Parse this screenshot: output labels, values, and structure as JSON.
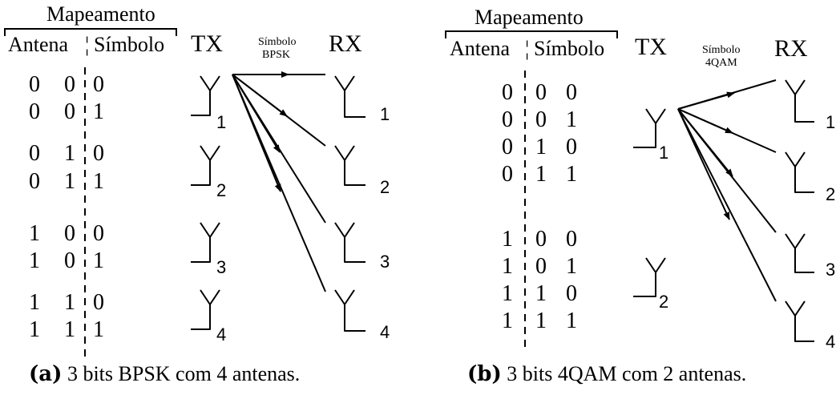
{
  "panel_a": {
    "heading": "Mapeamento",
    "col_antenna": "Antena",
    "col_symbol": "Símbolo",
    "tx_label": "TX",
    "rx_label": "RX",
    "symbol_label_line1": "Símbolo",
    "symbol_label_line2": "BPSK",
    "rows": [
      [
        "0",
        "0",
        "0"
      ],
      [
        "0",
        "0",
        "1"
      ],
      [
        "0",
        "1",
        "0"
      ],
      [
        "0",
        "1",
        "1"
      ],
      [
        "1",
        "0",
        "0"
      ],
      [
        "1",
        "0",
        "1"
      ],
      [
        "1",
        "1",
        "0"
      ],
      [
        "1",
        "1",
        "1"
      ]
    ],
    "tx_numbers": [
      "1",
      "2",
      "3",
      "4"
    ],
    "rx_numbers": [
      "1",
      "2",
      "3",
      "4"
    ],
    "caption_tag": "(a)",
    "caption_text": "3 bits BPSK com 4 antenas."
  },
  "panel_b": {
    "heading": "Mapeamento",
    "col_antenna": "Antena",
    "col_symbol": "Símbolo",
    "tx_label": "TX",
    "rx_label": "RX",
    "symbol_label_line1": "Símbolo",
    "symbol_label_line2": "4QAM",
    "rows": [
      [
        "0",
        "0",
        "0"
      ],
      [
        "0",
        "0",
        "1"
      ],
      [
        "0",
        "1",
        "0"
      ],
      [
        "0",
        "1",
        "1"
      ],
      [
        "1",
        "0",
        "0"
      ],
      [
        "1",
        "0",
        "1"
      ],
      [
        "1",
        "1",
        "0"
      ],
      [
        "1",
        "1",
        "1"
      ]
    ],
    "tx_numbers": [
      "1",
      "2"
    ],
    "rx_numbers": [
      "1",
      "2",
      "3",
      "4"
    ],
    "caption_tag": "(b)",
    "caption_text": "3 bits 4QAM com 2 antenas."
  }
}
